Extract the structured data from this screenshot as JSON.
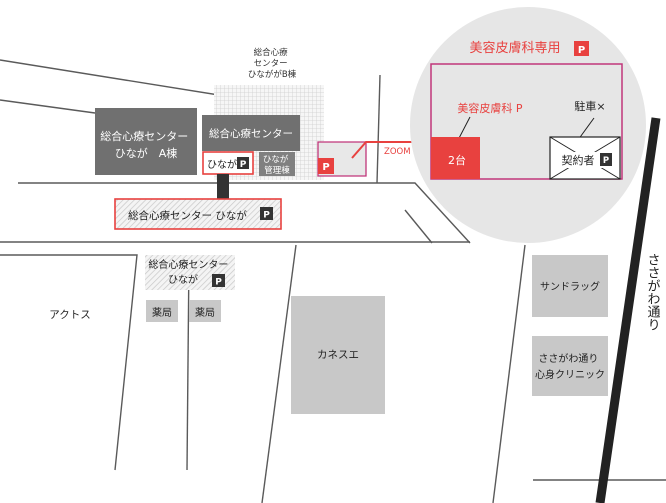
{
  "map": {
    "buildings": {
      "center_a": {
        "line1": "総合心療センター",
        "line2": "ひなが　A棟"
      },
      "center_b_note": {
        "line1": "総合心療",
        "line2": "センター",
        "line3": "ひなががB棟"
      },
      "center_main": {
        "line1": "総合心療センター"
      },
      "hinaga_lot": {
        "label": "ひなが",
        "parking": "P"
      },
      "admin": {
        "line1": "ひなが",
        "line2": "管理棟"
      },
      "road_lot": {
        "label": "総合心療センター ひなが",
        "parking": "P"
      },
      "lower_lot": {
        "line1": "総合心療センター",
        "line2": "ひなが",
        "parking": "P"
      },
      "yakkyoku_1": "薬局",
      "yakkyoku_2": "薬局",
      "actos": "アクトス",
      "kanesue": "カネスエ",
      "sundrug": "サンドラッグ",
      "clinic": {
        "line1": "ささがわ通り",
        "line2": "心身クリニック"
      }
    },
    "street": "ささがわ通り",
    "small_parking_icon": "P",
    "zoom_label": "ZOOM"
  },
  "zoom": {
    "title": "美容皮膚科専用",
    "title_p": "P",
    "clinic_label": "美容皮膚科 P",
    "spots": "2台",
    "no_parking": "駐車×",
    "contract": "契約者",
    "contract_p": "P"
  },
  "colors": {
    "accent_red": "#e8413f",
    "magenta": "#c0367a",
    "dark_building": "#707070",
    "light_building": "#c8c8c8",
    "road_line": "#555555",
    "zoom_bg": "#e6e6e6"
  }
}
